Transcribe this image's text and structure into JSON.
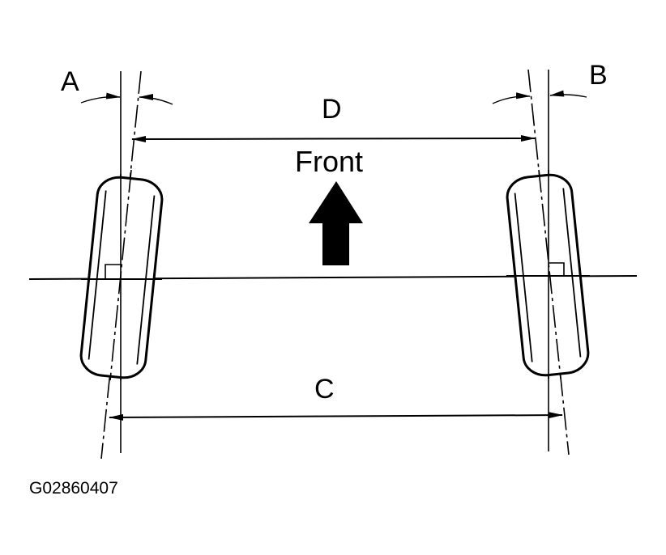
{
  "labels": {
    "toe_angle_left": "A",
    "toe_angle_right": "B",
    "front_distance": "D",
    "rear_distance": "C",
    "direction": "Front"
  },
  "figure_code": "G02860407",
  "colors": {
    "ink": "#000000",
    "paper": "#ffffff"
  },
  "icons": {
    "direction": "arrow-up-icon"
  }
}
